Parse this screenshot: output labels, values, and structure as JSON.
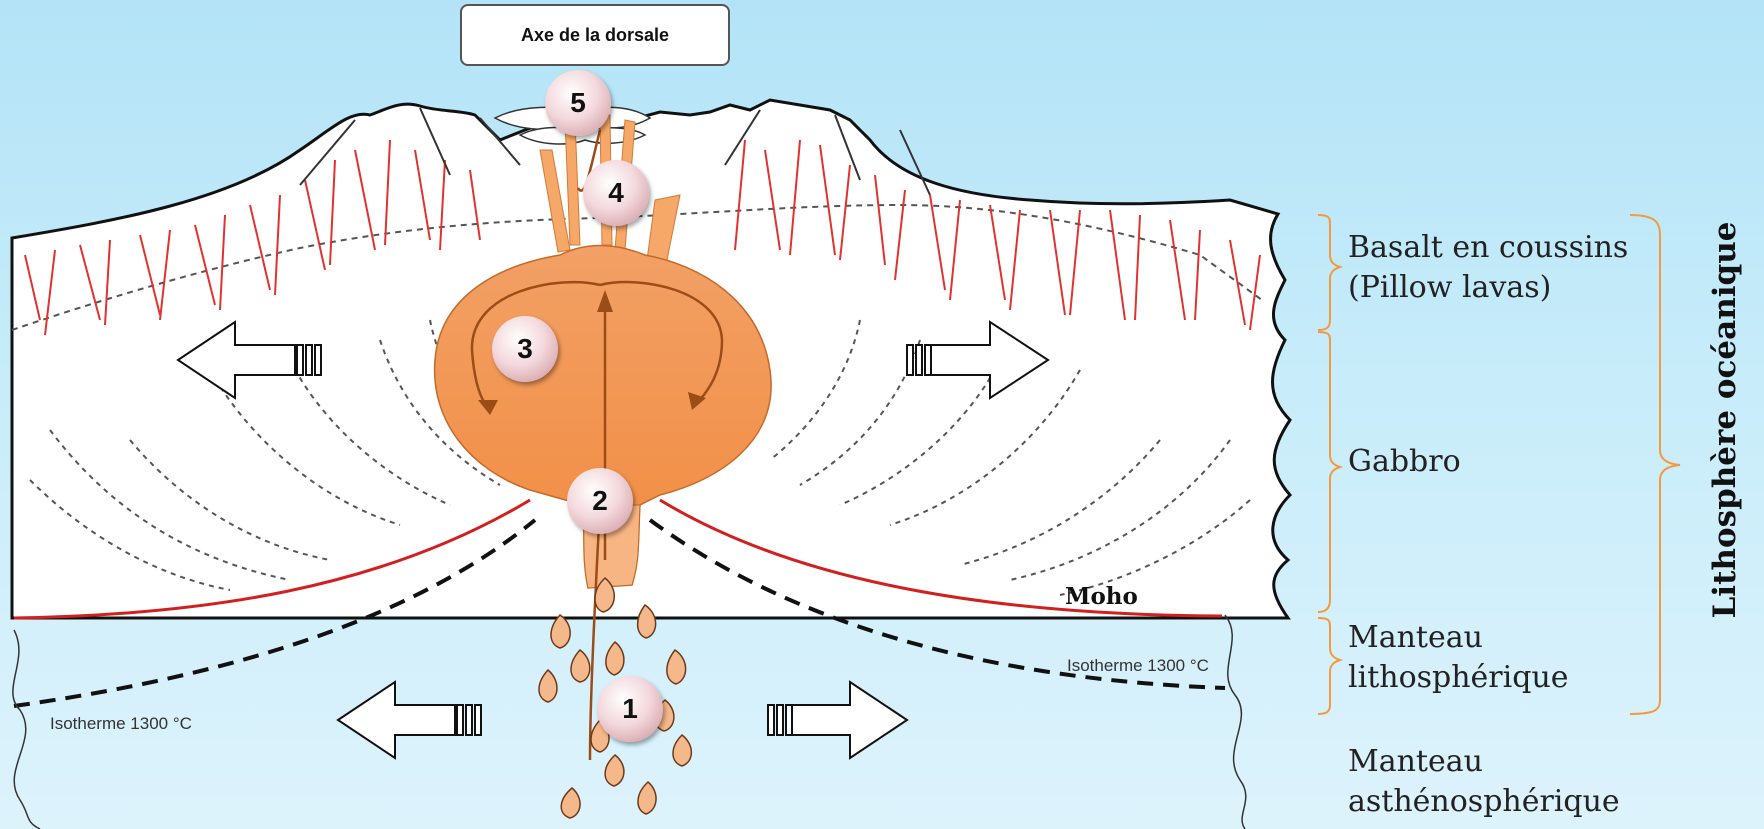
{
  "title": "Axe de la dorsale",
  "layers": {
    "basalt": "Basalt en coussins\n(Pillow lavas)",
    "basalt_line1": "Basalt en coussins",
    "basalt_line2": "(Pillow lavas)",
    "gabbro": "Gabbro",
    "manteau_litho_1": "Manteau",
    "manteau_litho_2": "lithosphérique",
    "manteau_astheno_1": "Manteau",
    "manteau_astheno_2": "asthénosphérique"
  },
  "group_label": "Lithosphère océanique",
  "moho": "Moho",
  "isotherm_left": "Isotherme 1300 °C",
  "isotherm_right": "Isotherme 1300 °C",
  "steps": [
    "1",
    "2",
    "3",
    "4",
    "5"
  ],
  "colors": {
    "magma": "#f39a58",
    "crust": "#ffffff",
    "dikes": "#e0332f",
    "moho_line": "#d21f1f",
    "sky_top": "#b3e3f7"
  }
}
